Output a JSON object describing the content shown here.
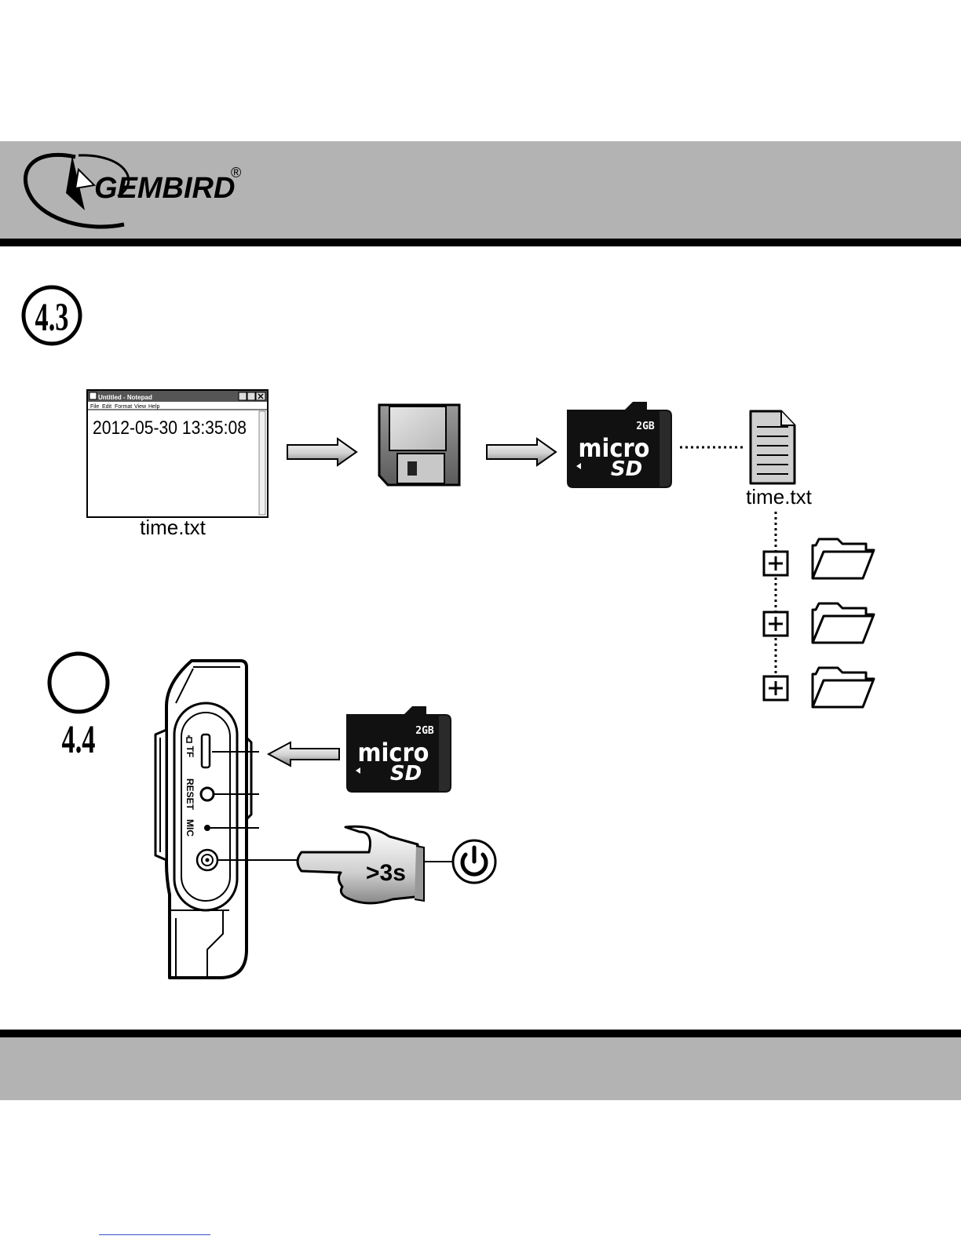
{
  "brand": {
    "name": "GEMBIRD",
    "registered_mark": "®"
  },
  "sections": {
    "s43": {
      "number": "4.3"
    },
    "s44": {
      "number": "4.4"
    }
  },
  "notepad": {
    "title": "Untitled - Notepad",
    "menu": [
      "File",
      "Edit",
      "Format",
      "View",
      "Help"
    ],
    "content": "2012-05-30 13:35:08",
    "caption": "time.txt"
  },
  "sdcard": {
    "capacity": "2GB",
    "brand_top": "micro",
    "brand_bottom": "SD"
  },
  "file_tree": {
    "file_label": "time.txt"
  },
  "device": {
    "labels": {
      "tf": "TF",
      "reset": "RESET",
      "mic": "MIC"
    },
    "hold_label": ">3s"
  }
}
